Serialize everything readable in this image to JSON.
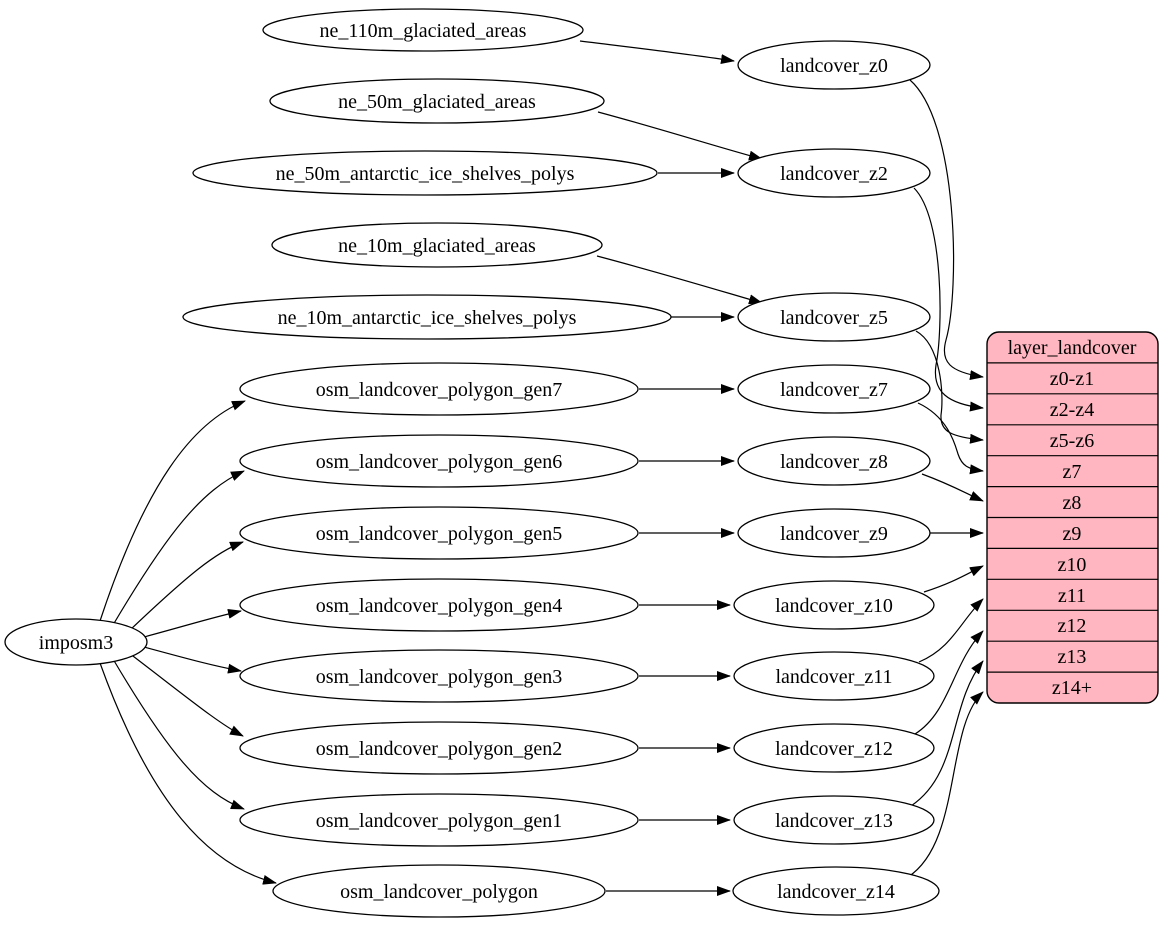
{
  "graph": {
    "type": "dataflow-digraph",
    "colors": {
      "record_fill": "#ffb6c1",
      "record_stroke": "#000000",
      "node_fill": "#ffffff",
      "edge_color": "#000000"
    },
    "nodes": {
      "imposm3": {
        "label": "imposm3"
      },
      "ne_110m_glaciated_areas": {
        "label": "ne_110m_glaciated_areas"
      },
      "ne_50m_glaciated_areas": {
        "label": "ne_50m_glaciated_areas"
      },
      "ne_50m_antarctic_ice_shelves_polys": {
        "label": "ne_50m_antarctic_ice_shelves_polys"
      },
      "ne_10m_glaciated_areas": {
        "label": "ne_10m_glaciated_areas"
      },
      "ne_10m_antarctic_ice_shelves_polys": {
        "label": "ne_10m_antarctic_ice_shelves_polys"
      },
      "osm_landcover_polygon_gen7": {
        "label": "osm_landcover_polygon_gen7"
      },
      "osm_landcover_polygon_gen6": {
        "label": "osm_landcover_polygon_gen6"
      },
      "osm_landcover_polygon_gen5": {
        "label": "osm_landcover_polygon_gen5"
      },
      "osm_landcover_polygon_gen4": {
        "label": "osm_landcover_polygon_gen4"
      },
      "osm_landcover_polygon_gen3": {
        "label": "osm_landcover_polygon_gen3"
      },
      "osm_landcover_polygon_gen2": {
        "label": "osm_landcover_polygon_gen2"
      },
      "osm_landcover_polygon_gen1": {
        "label": "osm_landcover_polygon_gen1"
      },
      "osm_landcover_polygon": {
        "label": "osm_landcover_polygon"
      },
      "landcover_z0": {
        "label": "landcover_z0"
      },
      "landcover_z2": {
        "label": "landcover_z2"
      },
      "landcover_z5": {
        "label": "landcover_z5"
      },
      "landcover_z7": {
        "label": "landcover_z7"
      },
      "landcover_z8": {
        "label": "landcover_z8"
      },
      "landcover_z9": {
        "label": "landcover_z9"
      },
      "landcover_z10": {
        "label": "landcover_z10"
      },
      "landcover_z11": {
        "label": "landcover_z11"
      },
      "landcover_z12": {
        "label": "landcover_z12"
      },
      "landcover_z13": {
        "label": "landcover_z13"
      },
      "landcover_z14": {
        "label": "landcover_z14"
      }
    },
    "record": {
      "title": "layer_landcover",
      "rows": [
        "z0-z1",
        "z2-z4",
        "z5-z6",
        "z7",
        "z8",
        "z9",
        "z10",
        "z11",
        "z12",
        "z13",
        "z14+"
      ]
    },
    "edges": [
      {
        "from": "imposm3",
        "to": "osm_landcover_polygon_gen7"
      },
      {
        "from": "imposm3",
        "to": "osm_landcover_polygon_gen6"
      },
      {
        "from": "imposm3",
        "to": "osm_landcover_polygon_gen5"
      },
      {
        "from": "imposm3",
        "to": "osm_landcover_polygon_gen4"
      },
      {
        "from": "imposm3",
        "to": "osm_landcover_polygon_gen3"
      },
      {
        "from": "imposm3",
        "to": "osm_landcover_polygon_gen2"
      },
      {
        "from": "imposm3",
        "to": "osm_landcover_polygon_gen1"
      },
      {
        "from": "imposm3",
        "to": "osm_landcover_polygon"
      },
      {
        "from": "ne_110m_glaciated_areas",
        "to": "landcover_z0"
      },
      {
        "from": "ne_50m_glaciated_areas",
        "to": "landcover_z2"
      },
      {
        "from": "ne_50m_antarctic_ice_shelves_polys",
        "to": "landcover_z2"
      },
      {
        "from": "ne_10m_glaciated_areas",
        "to": "landcover_z5"
      },
      {
        "from": "ne_10m_antarctic_ice_shelves_polys",
        "to": "landcover_z5"
      },
      {
        "from": "osm_landcover_polygon_gen7",
        "to": "landcover_z7"
      },
      {
        "from": "osm_landcover_polygon_gen6",
        "to": "landcover_z8"
      },
      {
        "from": "osm_landcover_polygon_gen5",
        "to": "landcover_z9"
      },
      {
        "from": "osm_landcover_polygon_gen4",
        "to": "landcover_z10"
      },
      {
        "from": "osm_landcover_polygon_gen3",
        "to": "landcover_z11"
      },
      {
        "from": "osm_landcover_polygon_gen2",
        "to": "landcover_z12"
      },
      {
        "from": "osm_landcover_polygon_gen1",
        "to": "landcover_z13"
      },
      {
        "from": "osm_landcover_polygon",
        "to": "landcover_z14"
      },
      {
        "from": "landcover_z0",
        "to": "layer_landcover.z0-z1"
      },
      {
        "from": "landcover_z2",
        "to": "layer_landcover.z2-z4"
      },
      {
        "from": "landcover_z5",
        "to": "layer_landcover.z5-z6"
      },
      {
        "from": "landcover_z7",
        "to": "layer_landcover.z7"
      },
      {
        "from": "landcover_z8",
        "to": "layer_landcover.z8"
      },
      {
        "from": "landcover_z9",
        "to": "layer_landcover.z9"
      },
      {
        "from": "landcover_z10",
        "to": "layer_landcover.z10"
      },
      {
        "from": "landcover_z11",
        "to": "layer_landcover.z11"
      },
      {
        "from": "landcover_z12",
        "to": "layer_landcover.z12"
      },
      {
        "from": "landcover_z13",
        "to": "layer_landcover.z13"
      },
      {
        "from": "landcover_z14",
        "to": "layer_landcover.z14+"
      }
    ]
  }
}
